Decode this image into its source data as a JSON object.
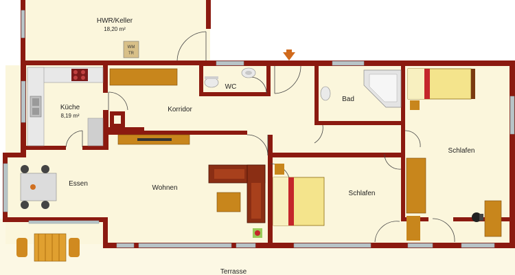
{
  "rooms": {
    "hwr": {
      "name": "HWR/Keller",
      "area": "18,20 m²"
    },
    "kueche": {
      "name": "Küche",
      "area": "8,19 m²"
    },
    "wc": {
      "name": "WC"
    },
    "korridor": {
      "name": "Korridor"
    },
    "bad": {
      "name": "Bad"
    },
    "schlafen_right": {
      "name": "Schlafen"
    },
    "schlafen_mid": {
      "name": "Schlafen"
    },
    "essen": {
      "name": "Essen"
    },
    "wohnen": {
      "name": "Wohnen"
    },
    "terrasse": {
      "name": "Terrasse"
    }
  },
  "appliance": {
    "line1": "WM",
    "line2": "TR"
  },
  "colors": {
    "wall": "#8b1a10",
    "floor": "#fbf6dc",
    "terrace": "#fcf8e4",
    "window": "#b8c4c8",
    "wood": "#c8861c",
    "sofa": "#8a2e14",
    "bed_red": "#c4262a",
    "bed_yellow": "#f4e48c",
    "entrance": "#d06a1c"
  }
}
